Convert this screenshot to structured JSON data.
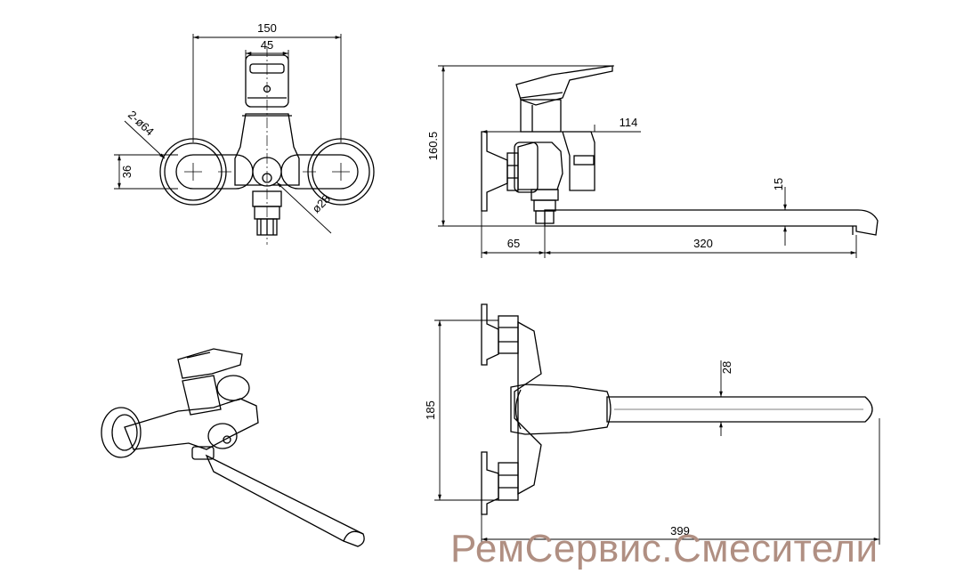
{
  "front_view": {
    "dims": {
      "width_overall": "150",
      "handle_width": "45",
      "flange_diameter": "2-ø64",
      "flange_height": "36",
      "outlet_diameter": "ø28"
    }
  },
  "side_view": {
    "dims": {
      "height": "160.5",
      "body_depth": "114",
      "spout_thickness": "15",
      "wall_offset": "65",
      "spout_reach": "320"
    }
  },
  "top_view": {
    "dims": {
      "eccentric_spacing": "185",
      "spout_width": "28",
      "total_length": "399"
    }
  },
  "watermark": "РемСервис.Смесители"
}
